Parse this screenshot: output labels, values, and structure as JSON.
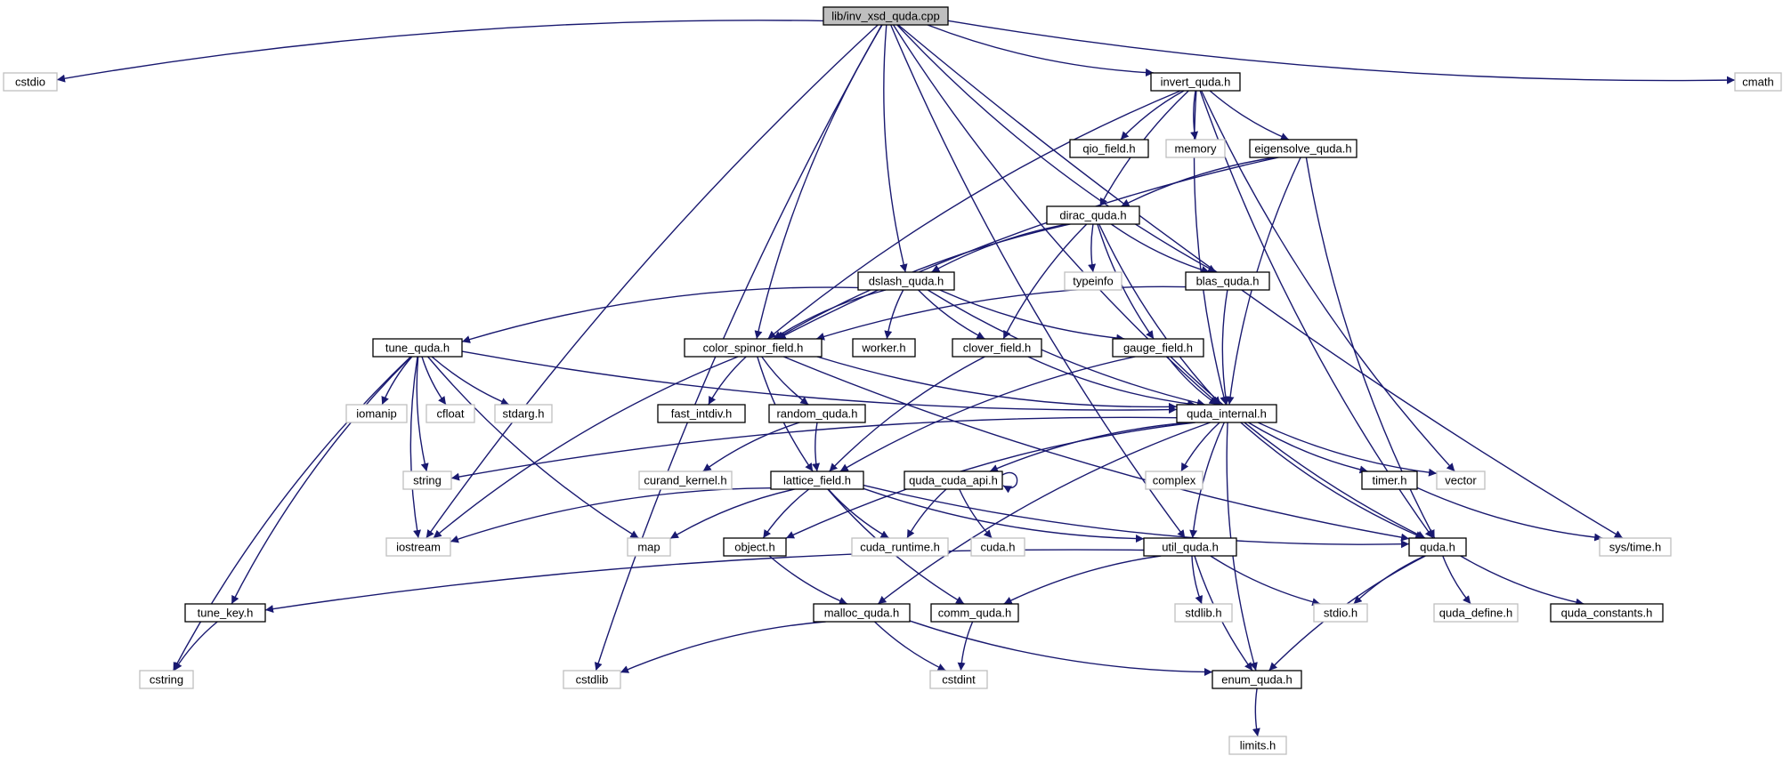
{
  "colors": {
    "edge": "#191970",
    "documented_border": "#000000",
    "undocumented_border": "#bfbfbf",
    "root_fill": "#bfbfbf",
    "background": "#ffffff"
  },
  "nodes": [
    {
      "id": "root",
      "label": "lib/inv_xsd_quda.cpp",
      "kind": "root"
    },
    {
      "id": "cstdio",
      "label": "cstdio",
      "kind": "external"
    },
    {
      "id": "invert_quda",
      "label": "invert_quda.h",
      "kind": "documented"
    },
    {
      "id": "cmath",
      "label": "cmath",
      "kind": "external"
    },
    {
      "id": "qio_field",
      "label": "qio_field.h",
      "kind": "documented"
    },
    {
      "id": "memory",
      "label": "memory",
      "kind": "external"
    },
    {
      "id": "eigensolve_quda",
      "label": "eigensolve_quda.h",
      "kind": "documented"
    },
    {
      "id": "dirac_quda",
      "label": "dirac_quda.h",
      "kind": "documented"
    },
    {
      "id": "typeinfo",
      "label": "typeinfo",
      "kind": "external"
    },
    {
      "id": "dslash_quda",
      "label": "dslash_quda.h",
      "kind": "documented"
    },
    {
      "id": "blas_quda",
      "label": "blas_quda.h",
      "kind": "documented"
    },
    {
      "id": "tune_quda",
      "label": "tune_quda.h",
      "kind": "documented"
    },
    {
      "id": "color_spinor_field",
      "label": "color_spinor_field.h",
      "kind": "documented"
    },
    {
      "id": "worker",
      "label": "worker.h",
      "kind": "documented"
    },
    {
      "id": "clover_field",
      "label": "clover_field.h",
      "kind": "documented"
    },
    {
      "id": "gauge_field",
      "label": "gauge_field.h",
      "kind": "documented"
    },
    {
      "id": "iomanip",
      "label": "iomanip",
      "kind": "external"
    },
    {
      "id": "cfloat",
      "label": "cfloat",
      "kind": "external"
    },
    {
      "id": "stdarg",
      "label": "stdarg.h",
      "kind": "external"
    },
    {
      "id": "fast_intdiv",
      "label": "fast_intdiv.h",
      "kind": "documented"
    },
    {
      "id": "random_quda",
      "label": "random_quda.h",
      "kind": "documented"
    },
    {
      "id": "quda_internal",
      "label": "quda_internal.h",
      "kind": "documented"
    },
    {
      "id": "string",
      "label": "string",
      "kind": "external"
    },
    {
      "id": "curand_kernel",
      "label": "curand_kernel.h",
      "kind": "external"
    },
    {
      "id": "lattice_field",
      "label": "lattice_field.h",
      "kind": "documented"
    },
    {
      "id": "quda_cuda_api",
      "label": "quda_cuda_api.h",
      "kind": "documented"
    },
    {
      "id": "complex",
      "label": "complex",
      "kind": "external"
    },
    {
      "id": "timer",
      "label": "timer.h",
      "kind": "documented"
    },
    {
      "id": "vector",
      "label": "vector",
      "kind": "external"
    },
    {
      "id": "iostream",
      "label": "iostream",
      "kind": "external"
    },
    {
      "id": "map",
      "label": "map",
      "kind": "external"
    },
    {
      "id": "object",
      "label": "object.h",
      "kind": "documented"
    },
    {
      "id": "cuda_runtime",
      "label": "cuda_runtime.h",
      "kind": "external"
    },
    {
      "id": "cuda",
      "label": "cuda.h",
      "kind": "external"
    },
    {
      "id": "util_quda",
      "label": "util_quda.h",
      "kind": "documented"
    },
    {
      "id": "quda",
      "label": "quda.h",
      "kind": "documented"
    },
    {
      "id": "systime",
      "label": "sys/time.h",
      "kind": "external"
    },
    {
      "id": "tune_key",
      "label": "tune_key.h",
      "kind": "documented"
    },
    {
      "id": "malloc_quda",
      "label": "malloc_quda.h",
      "kind": "documented"
    },
    {
      "id": "comm_quda",
      "label": "comm_quda.h",
      "kind": "documented"
    },
    {
      "id": "stdlib",
      "label": "stdlib.h",
      "kind": "external"
    },
    {
      "id": "stdio",
      "label": "stdio.h",
      "kind": "external"
    },
    {
      "id": "quda_define",
      "label": "quda_define.h",
      "kind": "external"
    },
    {
      "id": "quda_constants",
      "label": "quda_constants.h",
      "kind": "documented"
    },
    {
      "id": "cstring",
      "label": "cstring",
      "kind": "external"
    },
    {
      "id": "cstdlib",
      "label": "cstdlib",
      "kind": "external"
    },
    {
      "id": "cstdint",
      "label": "cstdint",
      "kind": "external"
    },
    {
      "id": "enum_quda",
      "label": "enum_quda.h",
      "kind": "documented"
    },
    {
      "id": "limits",
      "label": "limits.h",
      "kind": "external"
    }
  ],
  "edges": [
    [
      "root",
      "cstdio"
    ],
    [
      "root",
      "invert_quda"
    ],
    [
      "root",
      "cmath"
    ],
    [
      "root",
      "color_spinor_field"
    ],
    [
      "root",
      "dslash_quda"
    ],
    [
      "root",
      "blas_quda"
    ],
    [
      "root",
      "quda_internal"
    ],
    [
      "root",
      "util_quda"
    ],
    [
      "root",
      "systime"
    ],
    [
      "root",
      "iostream"
    ],
    [
      "root",
      "cstdlib"
    ],
    [
      "invert_quda",
      "qio_field"
    ],
    [
      "invert_quda",
      "memory"
    ],
    [
      "invert_quda",
      "eigensolve_quda"
    ],
    [
      "invert_quda",
      "dirac_quda"
    ],
    [
      "invert_quda",
      "color_spinor_field"
    ],
    [
      "invert_quda",
      "quda_internal"
    ],
    [
      "invert_quda",
      "vector"
    ],
    [
      "invert_quda",
      "quda"
    ],
    [
      "eigensolve_quda",
      "dirac_quda"
    ],
    [
      "eigensolve_quda",
      "color_spinor_field"
    ],
    [
      "eigensolve_quda",
      "quda_internal"
    ],
    [
      "eigensolve_quda",
      "quda"
    ],
    [
      "dirac_quda",
      "typeinfo"
    ],
    [
      "dirac_quda",
      "dslash_quda"
    ],
    [
      "dirac_quda",
      "blas_quda"
    ],
    [
      "dirac_quda",
      "color_spinor_field"
    ],
    [
      "dirac_quda",
      "clover_field"
    ],
    [
      "dirac_quda",
      "gauge_field"
    ],
    [
      "dirac_quda",
      "quda_internal"
    ],
    [
      "dslash_quda",
      "tune_quda"
    ],
    [
      "dslash_quda",
      "color_spinor_field"
    ],
    [
      "dslash_quda",
      "worker"
    ],
    [
      "dslash_quda",
      "clover_field"
    ],
    [
      "dslash_quda",
      "gauge_field"
    ],
    [
      "dslash_quda",
      "quda_internal"
    ],
    [
      "blas_quda",
      "color_spinor_field"
    ],
    [
      "blas_quda",
      "quda_internal"
    ],
    [
      "tune_quda",
      "iomanip"
    ],
    [
      "tune_quda",
      "cfloat"
    ],
    [
      "tune_quda",
      "stdarg"
    ],
    [
      "tune_quda",
      "string"
    ],
    [
      "tune_quda",
      "iostream"
    ],
    [
      "tune_quda",
      "map"
    ],
    [
      "tune_quda",
      "tune_key"
    ],
    [
      "tune_quda",
      "cstring"
    ],
    [
      "tune_quda",
      "quda_internal"
    ],
    [
      "color_spinor_field",
      "fast_intdiv"
    ],
    [
      "color_spinor_field",
      "random_quda"
    ],
    [
      "color_spinor_field",
      "lattice_field"
    ],
    [
      "color_spinor_field",
      "quda_internal"
    ],
    [
      "color_spinor_field",
      "iostream"
    ],
    [
      "color_spinor_field",
      "quda"
    ],
    [
      "clover_field",
      "lattice_field"
    ],
    [
      "clover_field",
      "quda_internal"
    ],
    [
      "gauge_field",
      "lattice_field"
    ],
    [
      "gauge_field",
      "quda_internal"
    ],
    [
      "gauge_field",
      "quda"
    ],
    [
      "random_quda",
      "curand_kernel"
    ],
    [
      "random_quda",
      "lattice_field"
    ],
    [
      "quda_internal",
      "string"
    ],
    [
      "quda_internal",
      "quda_cuda_api"
    ],
    [
      "quda_internal",
      "complex"
    ],
    [
      "quda_internal",
      "timer"
    ],
    [
      "quda_internal",
      "vector"
    ],
    [
      "quda_internal",
      "object"
    ],
    [
      "quda_internal",
      "util_quda"
    ],
    [
      "quda_internal",
      "quda"
    ],
    [
      "quda_internal",
      "malloc_quda"
    ],
    [
      "quda_internal",
      "enum_quda"
    ],
    [
      "lattice_field",
      "iostream"
    ],
    [
      "lattice_field",
      "map"
    ],
    [
      "lattice_field",
      "object"
    ],
    [
      "lattice_field",
      "cuda_runtime"
    ],
    [
      "lattice_field",
      "util_quda"
    ],
    [
      "lattice_field",
      "quda"
    ],
    [
      "lattice_field",
      "comm_quda"
    ],
    [
      "quda_cuda_api",
      "quda_cuda_api"
    ],
    [
      "quda_cuda_api",
      "cuda_runtime"
    ],
    [
      "quda_cuda_api",
      "cuda"
    ],
    [
      "timer",
      "systime"
    ],
    [
      "object",
      "malloc_quda"
    ],
    [
      "util_quda",
      "tune_key"
    ],
    [
      "util_quda",
      "comm_quda"
    ],
    [
      "util_quda",
      "stdlib"
    ],
    [
      "util_quda",
      "stdio"
    ],
    [
      "util_quda",
      "enum_quda"
    ],
    [
      "quda",
      "stdio"
    ],
    [
      "quda",
      "quda_define"
    ],
    [
      "quda",
      "quda_constants"
    ],
    [
      "quda",
      "enum_quda"
    ],
    [
      "tune_key",
      "cstring"
    ],
    [
      "malloc_quda",
      "cstdlib"
    ],
    [
      "malloc_quda",
      "cstdint"
    ],
    [
      "malloc_quda",
      "enum_quda"
    ],
    [
      "comm_quda",
      "cstdint"
    ],
    [
      "enum_quda",
      "limits"
    ]
  ]
}
